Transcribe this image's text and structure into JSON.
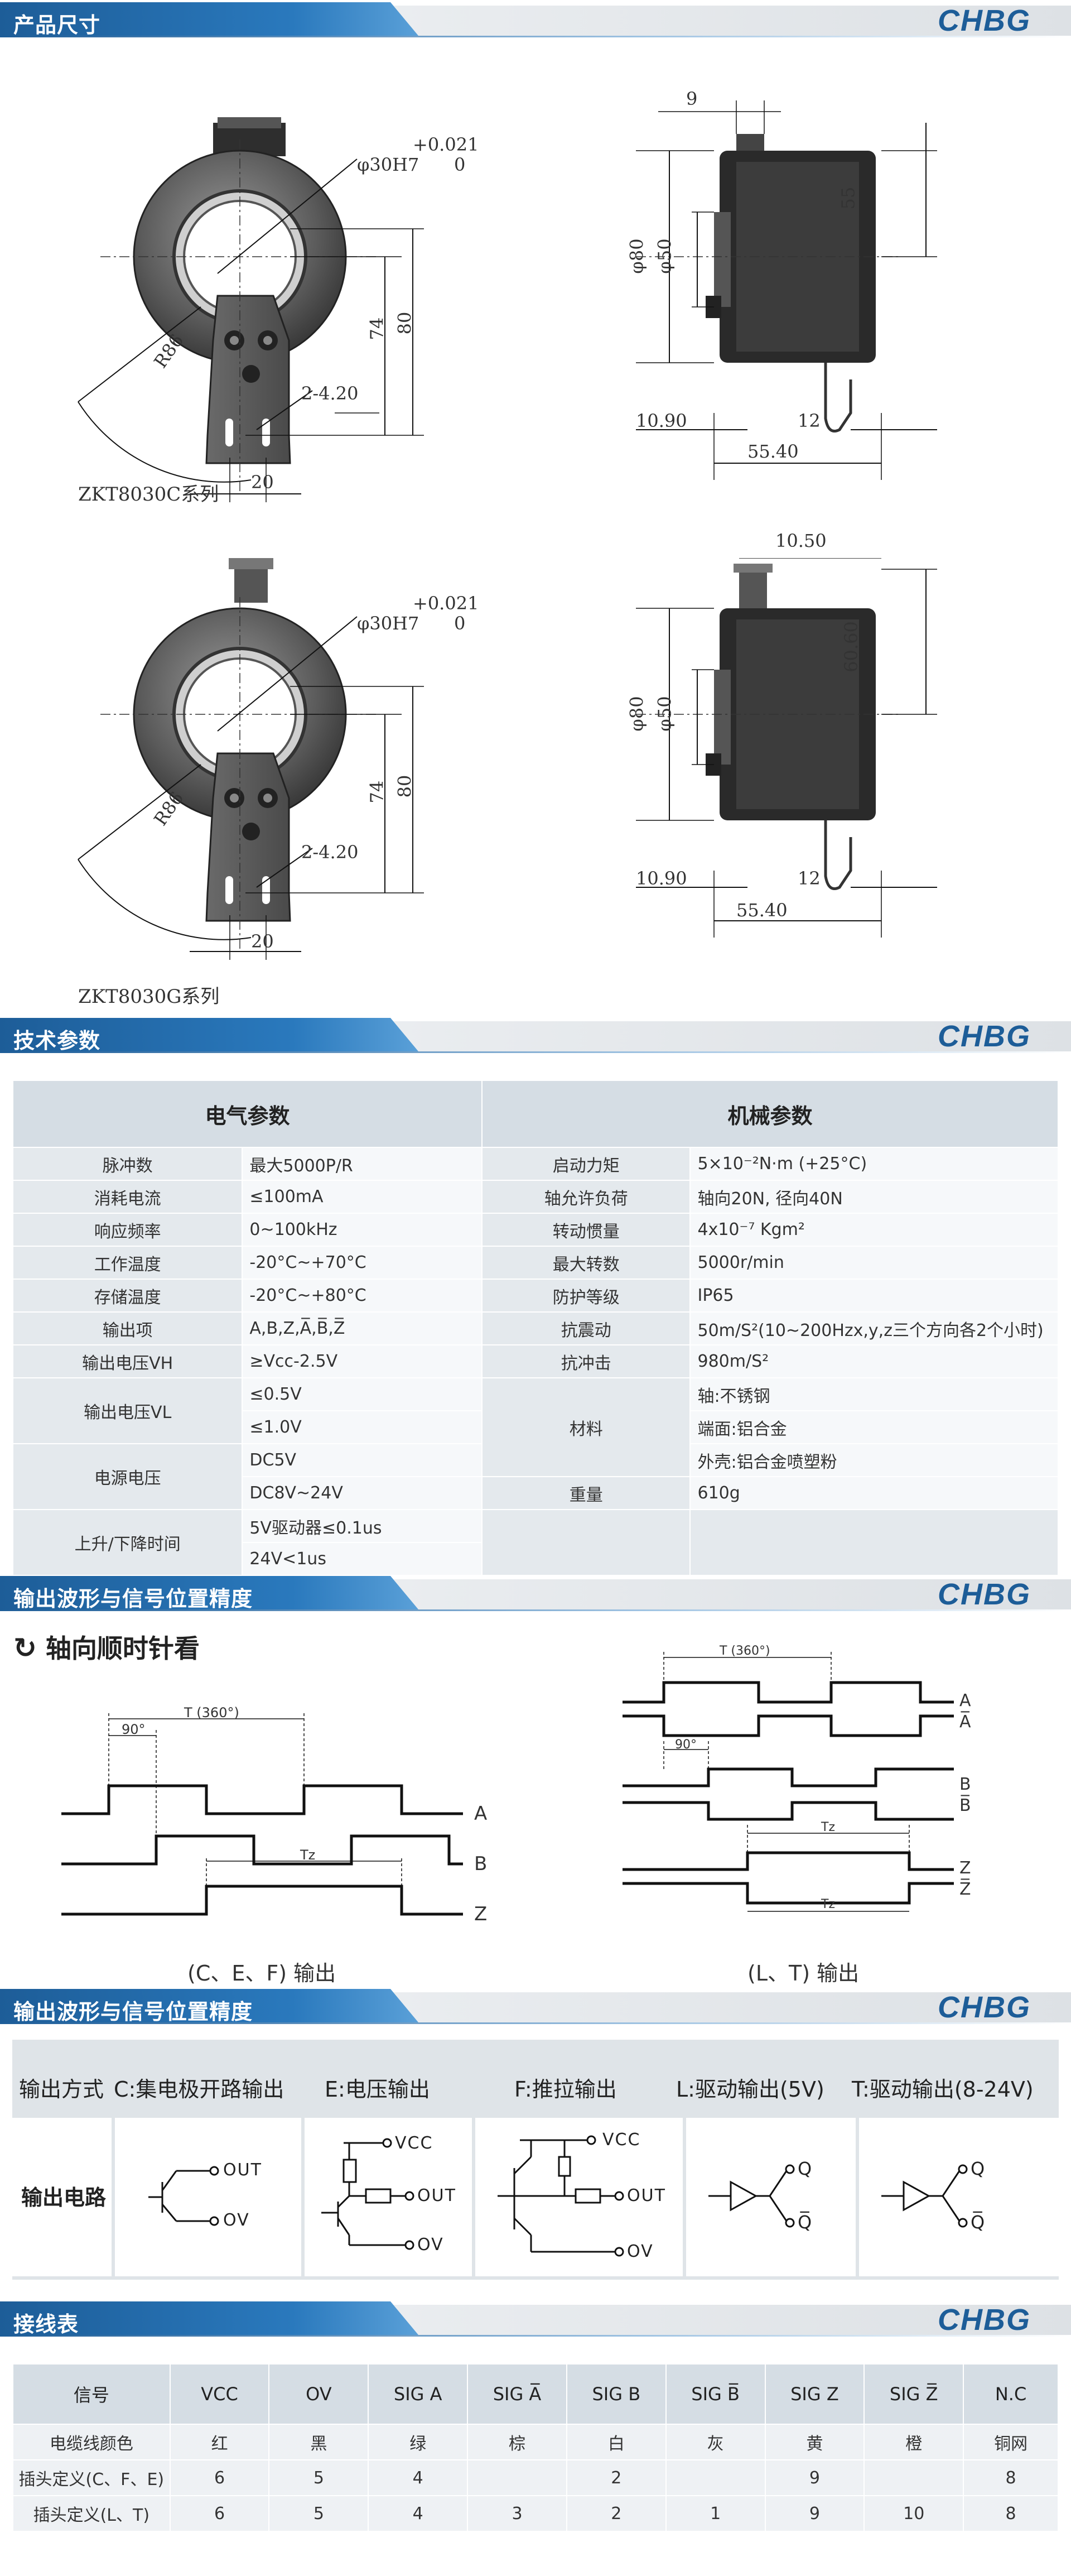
{
  "brand": "CHBG",
  "sections": {
    "dimensions": "产品尺寸",
    "tech_params": "技术参数",
    "waveform": "输出波形与信号位置精度",
    "output_circuit": "输出波形与信号位置精度",
    "wiring": "接线表"
  },
  "dimensions": {
    "model_c": "ZKT8030C系列",
    "model_g": "ZKT8030G系列",
    "bore": "φ30H7",
    "tol_top": "+0.021",
    "tol_bottom": "0",
    "radius": "R86",
    "d74": "74",
    "d80": "80",
    "holes": "2-4.20",
    "d20": "20",
    "d9": "9",
    "d55": "55",
    "dia80": "φ80",
    "dia50": "φ50",
    "d10_90": "10.90",
    "d12": "12",
    "d55_40": "55.40",
    "d10_50": "10.50",
    "d60_60": "60.60"
  },
  "spec": {
    "electrical_title": "电气参数",
    "mechanical_title": "机械参数",
    "rows": [
      {
        "ek": "脉冲数",
        "ev": "最大5000P/R",
        "mk": "启动力矩",
        "mv": "5×10⁻²N·m (+25°C)"
      },
      {
        "ek": "消耗电流",
        "ev": "≤100mA",
        "mk": "轴允许负荷",
        "mv": "轴向20N, 径向40N"
      },
      {
        "ek": "响应频率",
        "ev": "0~100kHz",
        "mk": "转动惯量",
        "mv": "4x10⁻⁷ Kgm²"
      },
      {
        "ek": "工作温度",
        "ev": "-20°C~+70°C",
        "mk": "最大转数",
        "mv": "5000r/min"
      },
      {
        "ek": "存储温度",
        "ev": "-20°C~+80°C",
        "mk": "防护等级",
        "mv": "IP65"
      },
      {
        "ek": "输出项",
        "ev": "A,B,Z,A̅,B̅,Z̅",
        "mk": "抗震动",
        "mv": "50m/S²(10~200Hzx,y,z三个方向各2个小时)"
      },
      {
        "ek": "输出电压VH",
        "ev": "≥Vcc-2.5V",
        "mk": "抗冲击",
        "mv": "980m/S²"
      }
    ],
    "vl_key": "输出电压VL",
    "vl_1": "≤0.5V",
    "vl_2": "≤1.0V",
    "material_key": "材料",
    "material_1": "轴:不锈钢",
    "material_2": "端面:铝合金",
    "material_3": "外壳:铝合金喷塑粉",
    "supply_key": "电源电压",
    "supply_1": "DC5V",
    "supply_2": "DC8V~24V",
    "weight_key": "重量",
    "weight_val": "610g",
    "rise_key": "上升/下降时间",
    "rise_1": "5V驱动器≤0.1us",
    "rise_2": "24V<1us"
  },
  "waveform": {
    "direction": "轴向顺时针看",
    "period": "T (360°)",
    "quarter": "90°",
    "tz": "Tz",
    "labels_left": [
      "A",
      "B",
      "Z"
    ],
    "labels_right": [
      "A",
      "A̅",
      "B",
      "B̅",
      "Z",
      "Z̅"
    ],
    "caption_left": "(C、E、F) 输出",
    "caption_right": "(L、T) 输出"
  },
  "circuit": {
    "mode_label": "输出方式",
    "circuit_label": "输出电路",
    "modes": [
      "C:集电极开路输出",
      "E:电压输出",
      "F:推拉输出",
      "L:驱动输出(5V)",
      "T:驱动输出(8-24V)"
    ],
    "out": "OUT",
    "ov": "OV",
    "vcc": "VCC",
    "q": "Q",
    "qbar": "Q̅"
  },
  "wiring": {
    "header": [
      "信号",
      "VCC",
      "OV",
      "SIG A",
      "SIG A̅",
      "SIG B",
      "SIG B̅",
      "SIG Z",
      "SIG Z̅",
      "N.C"
    ],
    "rows": [
      {
        "label": "电缆线颜色",
        "cells": [
          "红",
          "黑",
          "绿",
          "棕",
          "白",
          "灰",
          "黄",
          "橙",
          "铜网"
        ]
      },
      {
        "label": "插头定义(C、F、E)",
        "cells": [
          "6",
          "5",
          "4",
          "",
          "2",
          "",
          "9",
          "",
          "8"
        ]
      },
      {
        "label": "插头定义(L、T)",
        "cells": [
          "6",
          "5",
          "4",
          "3",
          "2",
          "1",
          "9",
          "10",
          "8"
        ]
      }
    ]
  }
}
